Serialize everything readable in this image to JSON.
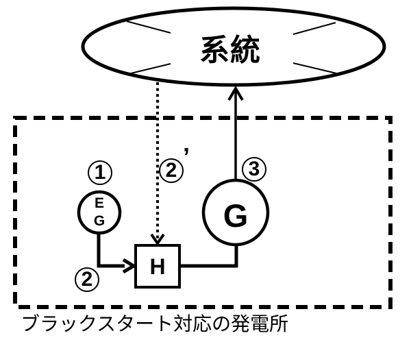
{
  "diagram": {
    "title_context": "black-start power plant schematic",
    "grid": {
      "label": "系統"
    },
    "plant": {
      "caption": "ブラックスタート対応の発電所"
    },
    "nodes": {
      "emergency_generator": {
        "letter_top": "E",
        "letter_bottom": "G"
      },
      "house_unit": {
        "letter": "H"
      },
      "main_generator": {
        "letter": "G"
      }
    },
    "steps": {
      "step1": "1",
      "step2": "2",
      "step2_prime_digit": "2",
      "step2_prime_mark": "’",
      "step3": "3"
    },
    "colors": {
      "ink": "#000000",
      "background": "#ffffff"
    }
  }
}
